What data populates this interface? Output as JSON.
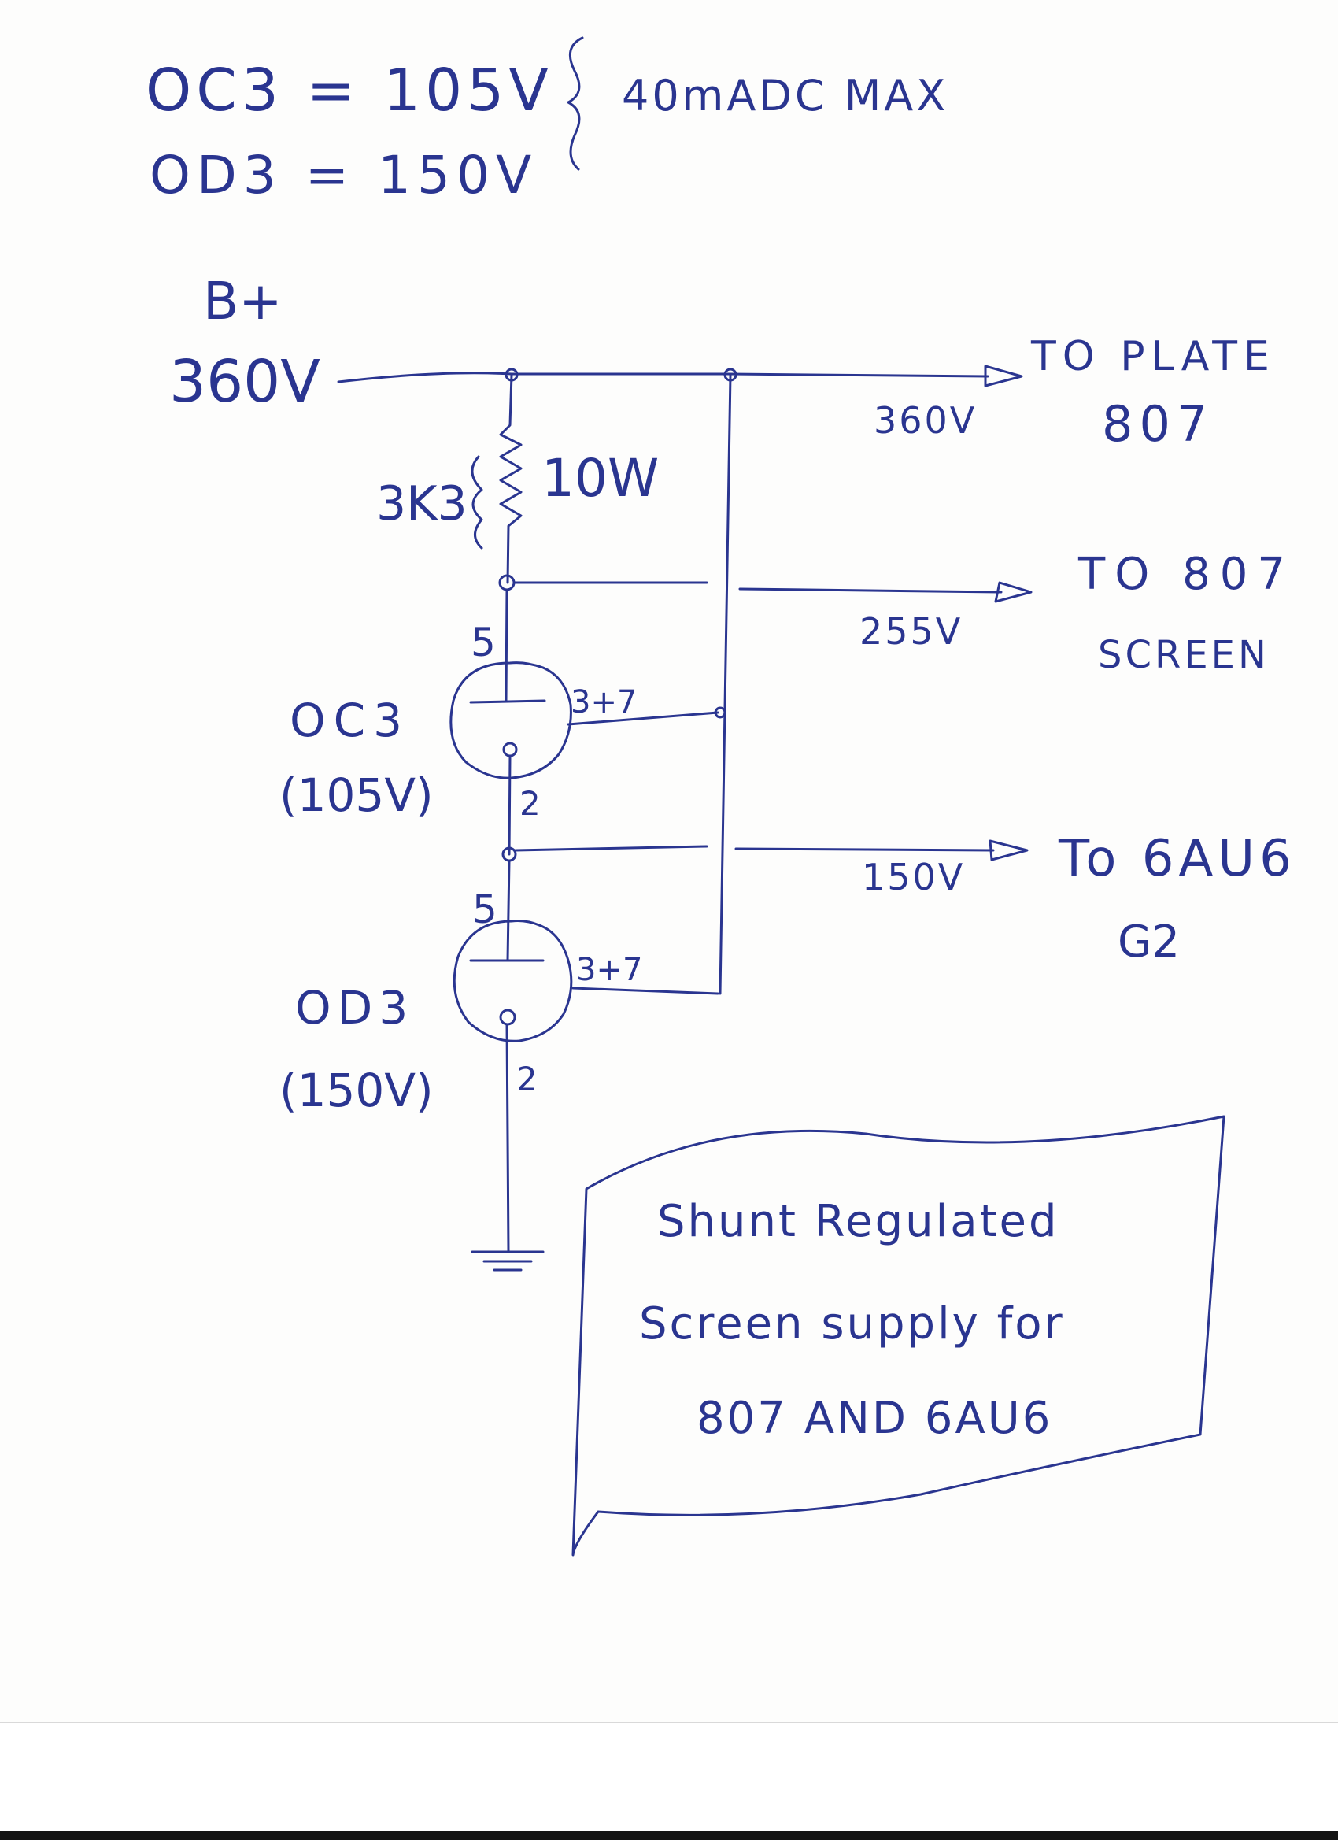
{
  "tube_specs": {
    "oc3_spec": "OC3 = 105V",
    "od3_spec": "OD3 = 150V",
    "current_limit": "40mADC MAX"
  },
  "supply": {
    "b_plus": "B+",
    "b_plus_voltage": "360V"
  },
  "resistor": {
    "value": "3K3",
    "power": "10W"
  },
  "tubes": {
    "oc3": {
      "name": "OC3",
      "voltage": "(105V)",
      "pin_top": "5",
      "pin_side": "3+7",
      "pin_bottom": "2"
    },
    "od3": {
      "name": "OD3",
      "voltage": "(150V)",
      "pin_top": "5",
      "pin_side": "3+7",
      "pin_bottom": "2"
    }
  },
  "outputs": {
    "plate": {
      "voltage": "360V",
      "label_line1": "TO PLATE",
      "label_line2": "807"
    },
    "screen": {
      "voltage": "255V",
      "label_line1": "TO 807",
      "label_line2": "SCREEN"
    },
    "g2": {
      "voltage": "150V",
      "label_line1": "To 6AU6",
      "label_line2": "G2"
    }
  },
  "note": {
    "line1": "Shunt Regulated",
    "line2": "Screen supply for",
    "line3": "807 AND 6AU6"
  },
  "colors": {
    "ink": "#2a3590",
    "paper": "#fdfdfc"
  }
}
